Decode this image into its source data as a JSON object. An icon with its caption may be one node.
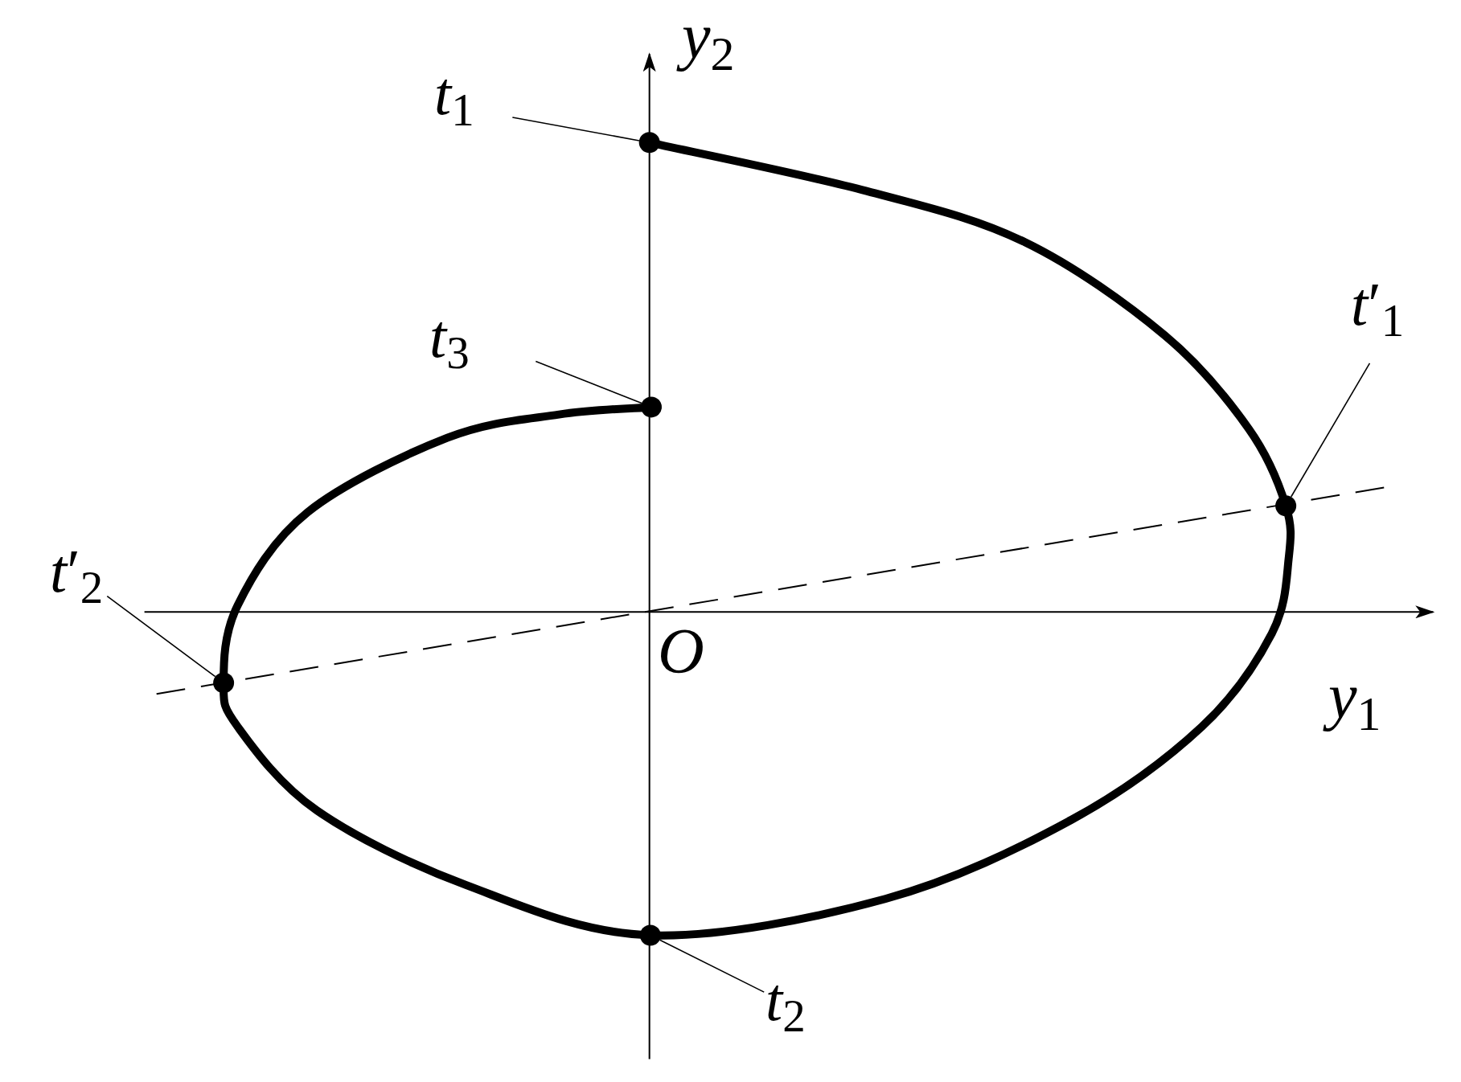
{
  "diagram": {
    "nodes": [
      {
        "text": [
          "*t*$_{1}$"
        ]
      },
      {
        "text": [],
        "shape": "circle"
      },
      {
        "text": [
          "*t*$_{3}$"
        ]
      },
      {
        "text": [],
        "shape": "circle"
      },
      {
        "text": [
          "*t*′$_{1}$"
        ]
      },
      {
        "text": [],
        "shape": "circle"
      },
      {
        "text": [
          "*t*′$_{2}$"
        ]
      },
      {
        "text": [],
        "shape": "circle"
      },
      {
        "text": [
          "*t*$_{2}$"
        ]
      },
      {
        "text": [],
        "shape": "circle"
      }
    ],
    "edges": [
      {
        "from": 0,
        "to": 1,
        "arrow": "none"
      },
      {
        "from": 2,
        "to": 3,
        "arrow": "none"
      },
      {
        "from": 4,
        "to": 5,
        "arrow": "none"
      },
      {
        "from": 6,
        "to": 7,
        "arrow": "none"
      },
      {
        "from": 8,
        "to": 9,
        "arrow": "none"
      }
    ],
    "labels": [
      "*y*$_{2}$",
      "O",
      "*y*$_{1}$"
    ]
  }
}
